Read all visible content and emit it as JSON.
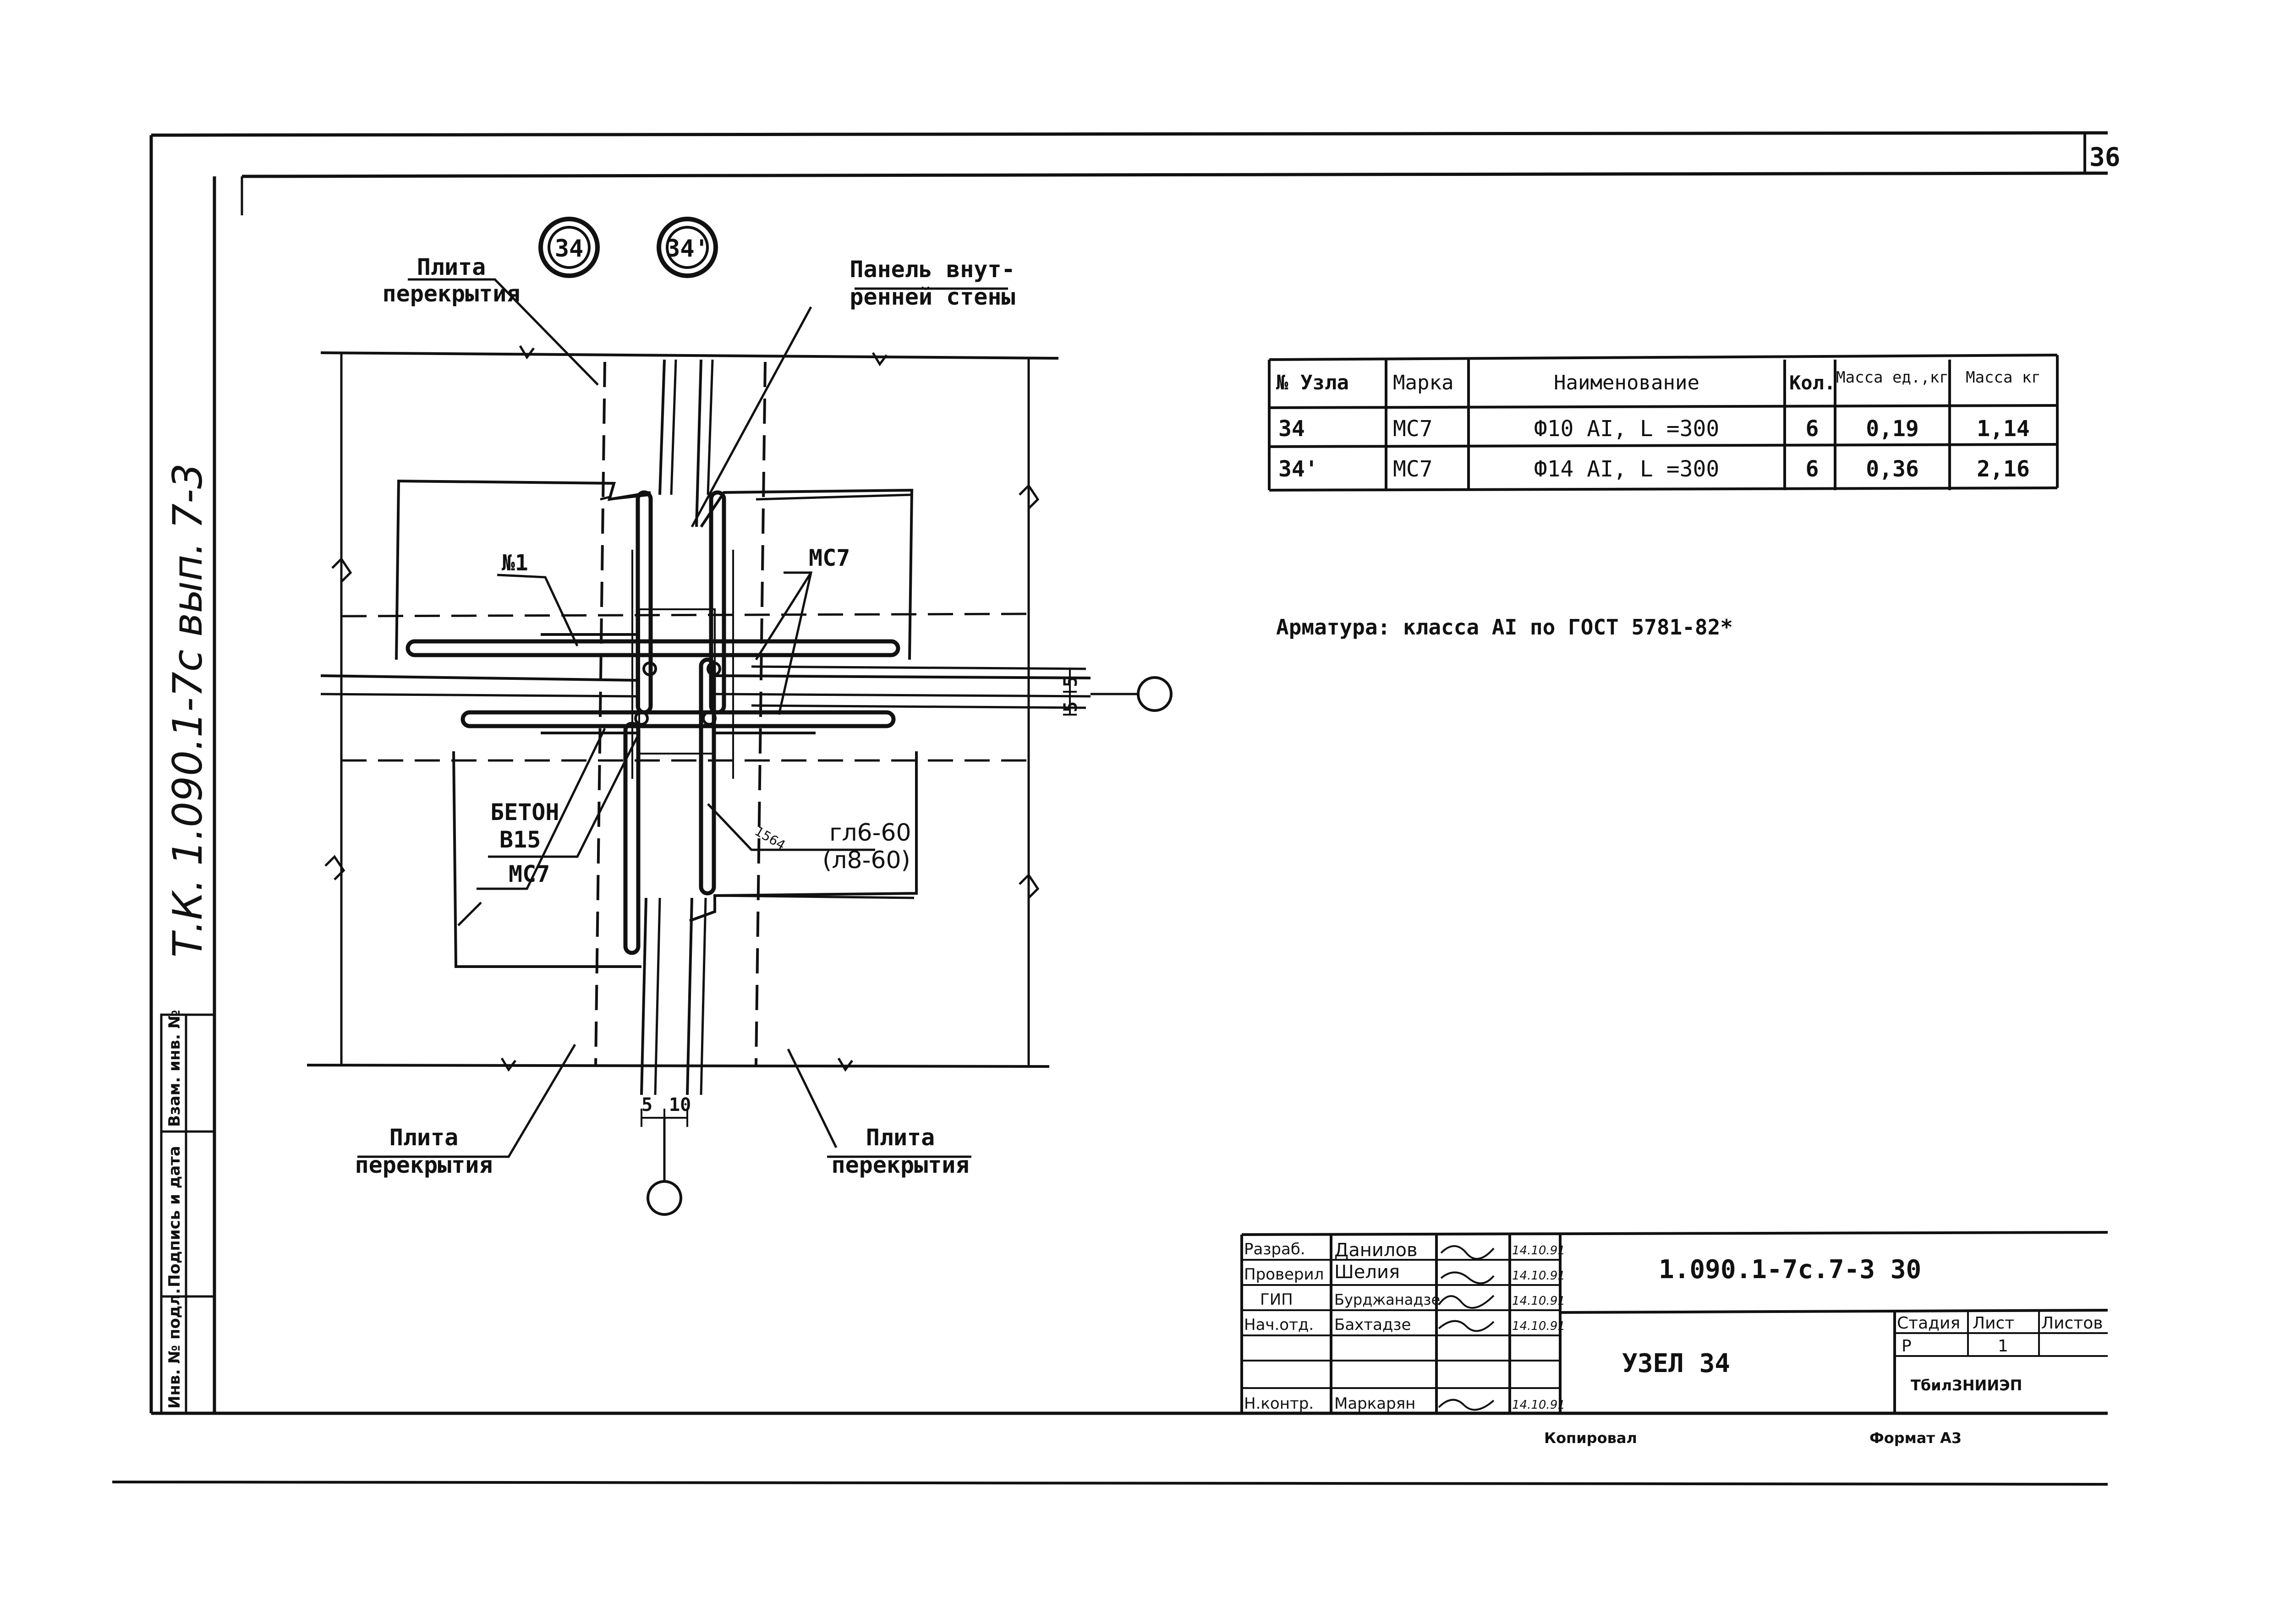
{
  "sheet_number": "36",
  "side_stamp": "Т.К. 1.090.1-7с вып. 7-3",
  "side_columns": [
    "Инв. № подл.",
    "Подпись и дата",
    "Взам. инв. №"
  ],
  "node_markers": [
    "34",
    "34'"
  ],
  "labels": {
    "slab_top_left": [
      "Плита",
      "перекрытия"
    ],
    "panel_inner": [
      "Панель внут-",
      "ренней стены"
    ],
    "slab_bottom_left": [
      "Плита",
      "перекрытия"
    ],
    "slab_bottom_right": [
      "Плита",
      "перекрытия"
    ],
    "n1": "№1",
    "mc7_right": "МС7",
    "mc7_left": "МС7",
    "concrete": [
      "БЕТОН",
      "В15"
    ],
    "weld": [
      "гл6-60",
      "(л8-60)"
    ],
    "weld_tag": "1564",
    "dim_5a": "5",
    "dim_5b": "5",
    "dim_5c": "5",
    "dim_10": "10"
  },
  "spec_table": {
    "headers": [
      "№ Узла",
      "Марка",
      "Наименование",
      "Кол.",
      "Масса ед.,кг",
      "Масса кг"
    ],
    "rows": [
      [
        "34",
        "МС7",
        "Ф10 АI, L =300",
        "6",
        "0,19",
        "1,14"
      ],
      [
        "34'",
        "МС7",
        "Ф14 АI, L =300",
        "6",
        "0,36",
        "2,16"
      ]
    ]
  },
  "note": "Арматура: класса АI по ГОСТ 5781-82*",
  "title_block": {
    "signers": [
      {
        "role": "Разраб.",
        "name": "Данилов",
        "date": "14.10.91"
      },
      {
        "role": "Проверил",
        "name": "Шелия",
        "date": "14.10.91"
      },
      {
        "role": "ГИП",
        "name": "Бурджанадзе",
        "date": "14.10.91"
      },
      {
        "role": "Нач.отд.",
        "name": "Бахтадзе",
        "date": "14.10.91"
      },
      {
        "role": "",
        "name": "",
        "date": ""
      },
      {
        "role": "",
        "name": "",
        "date": ""
      },
      {
        "role": "Н.контр.",
        "name": "Маркарян",
        "date": "14.10.91"
      }
    ],
    "doc_code": "1.090.1-7с.7-3 30",
    "title": "УЗЕЛ 34",
    "stage_label": "Стадия",
    "sheet_label": "Лист",
    "sheets_label": "Листов",
    "stage": "Р",
    "sheet": "1",
    "org": "ТбилЗНИИЭП"
  },
  "footer": {
    "copied": "Копировал",
    "format": "Формат А3"
  }
}
